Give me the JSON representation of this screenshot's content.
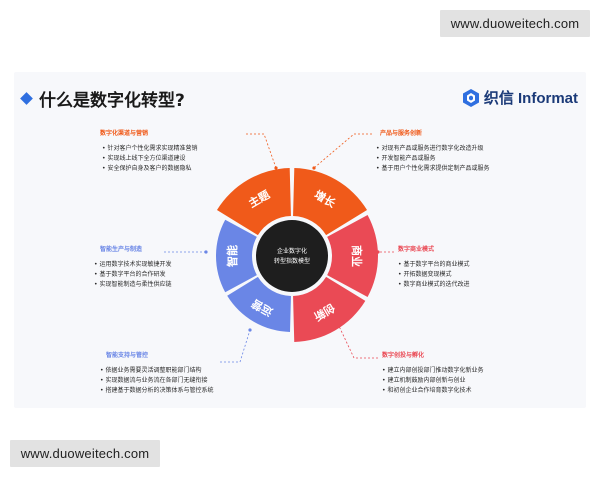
{
  "watermark": {
    "top": "www.duoweitech.com",
    "bottom": "www.duoweitech.com"
  },
  "header": {
    "title": "什么是数字化转型?",
    "brand": "织信 Informat"
  },
  "center": {
    "line1": "企业数字化",
    "line2": "转型指数模型"
  },
  "segments": [
    {
      "label": "主题",
      "color": "#f05a1a"
    },
    {
      "label": "增长",
      "color": "#f05a1a"
    },
    {
      "label": "商业",
      "color": "#ea4a55"
    },
    {
      "label": "创新",
      "color": "#ea4a55"
    },
    {
      "label": "运营",
      "color": "#6a86e6"
    },
    {
      "label": "智能",
      "color": "#6a86e6"
    }
  ],
  "callouts": {
    "top_left": {
      "title": "数字化渠道与营销",
      "color": "#f05a1a",
      "items": [
        "针对客户个性化需求实现精准营销",
        "实现线上线下全方位渠道建设",
        "安全保护自身及客户的数据隐私"
      ]
    },
    "top_right": {
      "title": "产品与服务创新",
      "color": "#f05a1a",
      "items": [
        "对现有产品或服务进行数字化改造升级",
        "开发智能产品或服务",
        "基于用户个性化需求提供定制产品或服务"
      ]
    },
    "mid_left": {
      "title": "智能生产与制造",
      "color": "#6a86e6",
      "items": [
        "运用数字技术实现敏捷开发",
        "基于数字平台的合作研发",
        "实现智能制造与柔性供应链"
      ]
    },
    "mid_right": {
      "title": "数字商业模式",
      "color": "#ea4a55",
      "items": [
        "基于数字平台的商业模式",
        "开拓数据变现模式",
        "数字商业模式的迭代改进"
      ]
    },
    "bottom_left": {
      "title": "智能支持与管控",
      "color": "#6a86e6",
      "items": [
        "依据业务需要灵活调整职能部门结构",
        "实现数据流与业务流在各部门无缝衔接",
        "搭建基于数据分析的决策体系与管控系统"
      ]
    },
    "bottom_right": {
      "title": "数字创投与孵化",
      "color": "#ea4a55",
      "items": [
        "建立内部创投部门推动数字化新业务",
        "建立机制鼓励内部创新与创业",
        "和初创企业合作培育数字化技术"
      ]
    }
  }
}
